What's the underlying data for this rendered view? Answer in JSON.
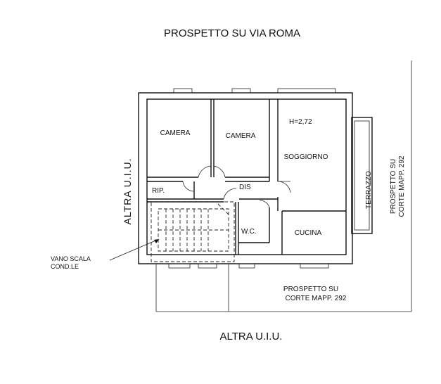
{
  "labels": {
    "top_title": "PROSPETTO SU VIA ROMA",
    "bottom_title": "ALTRA U.I.U.",
    "left_side": "ALTRA U.I.U.",
    "right_side_line1": "PROSPETTO SU",
    "right_side_line2": "CORTE MAPP. 292",
    "bottom_right_line1": "PROSPETTO SU",
    "bottom_right_line2": "CORTE MAPP. 292",
    "stair_line1": "VANO SCALA",
    "stair_line2": "COND.LE"
  },
  "rooms": {
    "camera_left": "CAMERA",
    "camera_right": "CAMERA",
    "height": "H=2,72",
    "soggiorno": "SOGGIORNO",
    "terrazzo": "TERRAZZO",
    "rip": "RIP.",
    "dis": "DIS",
    "wc": "W.C.",
    "cucina": "CUCINA"
  }
}
